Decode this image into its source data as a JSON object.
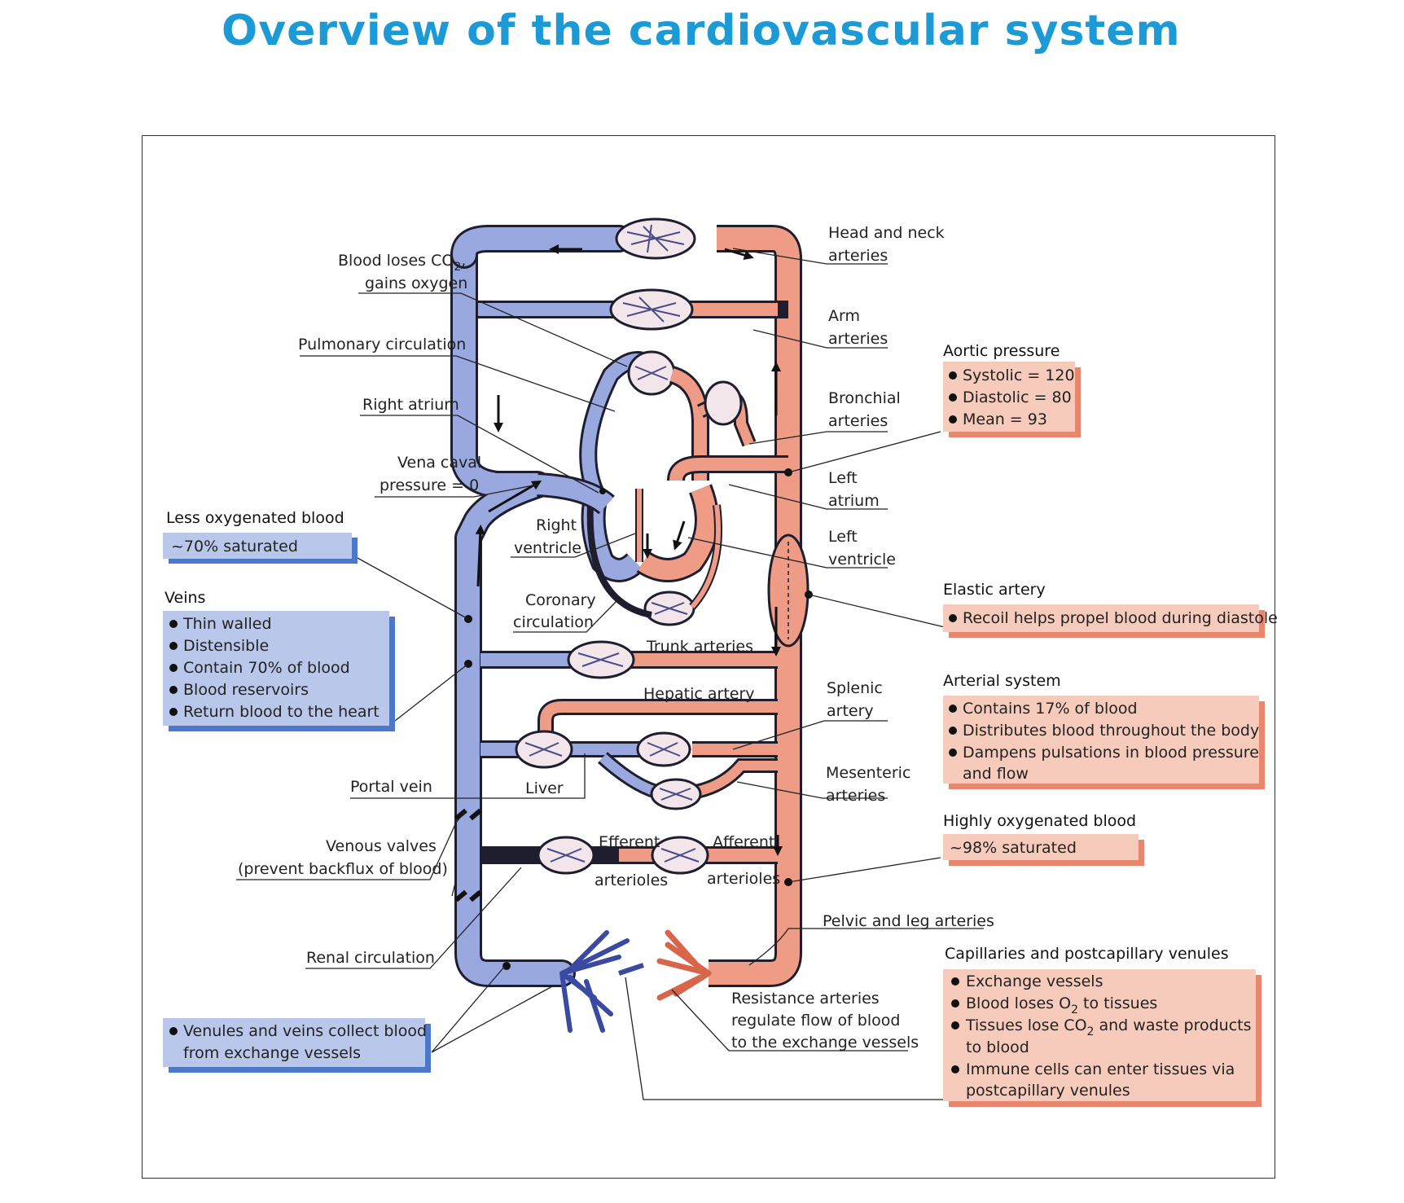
{
  "title": "Overview of the cardiovascular system",
  "colors": {
    "title": "#1c9ad6",
    "venous": "#9aa8e0",
    "arterial": "#ee9c86",
    "venous_box": "#b9c8ea",
    "venous_box_shadow": "#4b79c8",
    "arterial_box": "#f6cbbb",
    "arterial_box_shadow": "#e8866e"
  },
  "labels": {
    "head_neck_1": "Head and neck",
    "head_neck_2": "arteries",
    "blood_loses_1": "Blood loses CO",
    "blood_loses_sub": "2",
    "blood_loses_comma": ",",
    "blood_loses_2": "gains oxygen",
    "arm_1": "Arm",
    "arm_2": "arteries",
    "pulmonary": "Pulmonary circulation",
    "bronchial_1": "Bronchial",
    "bronchial_2": "arteries",
    "right_atrium": "Right atrium",
    "vena_caval_1": "Vena caval",
    "vena_caval_2": "pressure = 0",
    "left_atrium_1": "Left",
    "left_atrium_2": "atrium",
    "right_ventricle_1": "Right",
    "right_ventricle_2": "ventricle",
    "left_ventricle_1": "Left",
    "left_ventricle_2": "ventricle",
    "coronary_1": "Coronary",
    "coronary_2": "circulation",
    "trunk": "Trunk arteries",
    "hepatic": "Hepatic artery",
    "splenic_1": "Splenic",
    "splenic_2": "artery",
    "portal_vein": "Portal vein",
    "liver": "Liver",
    "mesenteric_1": "Mesenteric",
    "mesenteric_2": "arteries",
    "venous_valves_1": "Venous valves",
    "venous_valves_2": "(prevent backflux of blood)",
    "efferent": "Efferent",
    "afferent": "Afferent",
    "arterioles_left": "arterioles",
    "arterioles_right": "arterioles",
    "pelvic_leg": "Pelvic and leg arteries",
    "renal": "Renal circulation",
    "resistance_1": "Resistance arteries",
    "resistance_2": "regulate flow of blood",
    "resistance_3": "to the exchange vessels"
  },
  "panels": {
    "aortic": {
      "heading": "Aortic pressure",
      "items": [
        "Systolic = 120",
        "Diastolic = 80",
        "Mean = 93"
      ]
    },
    "less_oxygenated": {
      "heading": "Less oxygenated blood",
      "text": "~70% saturated"
    },
    "veins": {
      "heading": "Veins",
      "items": [
        "Thin walled",
        "Distensible",
        "Contain 70% of blood",
        "Blood reservoirs",
        "Return blood to the heart"
      ]
    },
    "elastic": {
      "heading": "Elastic artery",
      "items": [
        "Recoil helps propel blood during diastole"
      ]
    },
    "arterial": {
      "heading": "Arterial system",
      "items": [
        "Contains 17% of blood",
        "Distributes blood throughout the body",
        "Dampens pulsations in blood pressure",
        "and flow"
      ]
    },
    "highly_oxygenated": {
      "heading": "Highly oxygenated blood",
      "text": "~98% saturated"
    },
    "capillaries": {
      "heading": "Capillaries and postcapillary venules",
      "item1": "Exchange vessels",
      "item2a": "Blood loses O",
      "item2sub": "2",
      "item2b": " to tissues",
      "item3a": "Tissues lose CO",
      "item3sub": "2",
      "item3b": " and waste products",
      "item3c": "to blood",
      "item4a": "Immune cells can enter tissues via",
      "item4b": "postcapillary venules"
    },
    "venules": {
      "items": [
        "Venules and veins collect blood",
        "from exchange vessels"
      ]
    }
  }
}
